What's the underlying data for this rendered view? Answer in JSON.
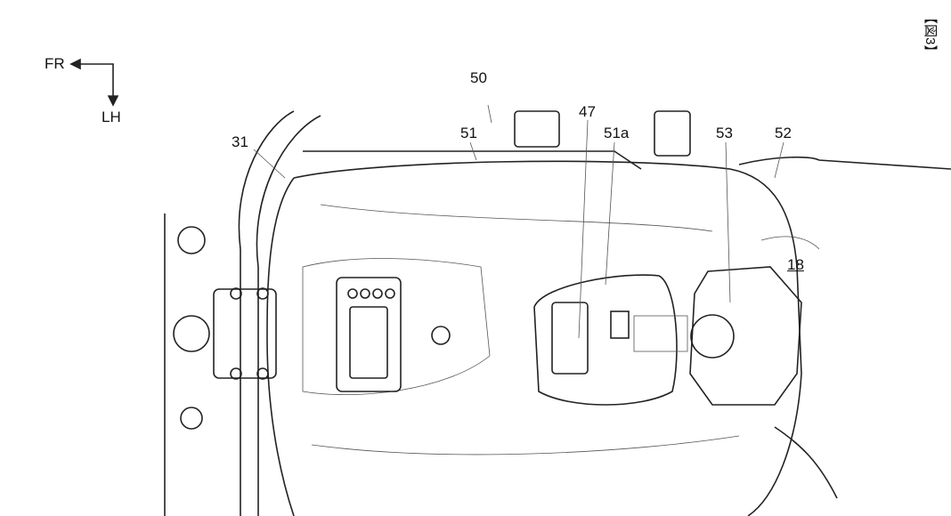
{
  "figure_label": "【図3】",
  "directions": {
    "front": "FR",
    "left": "LH"
  },
  "labels": {
    "l50": "50",
    "l47": "47",
    "l51": "51",
    "l51a": "51a",
    "l53": "53",
    "l52": "52",
    "l31": "31",
    "l18": "18"
  }
}
